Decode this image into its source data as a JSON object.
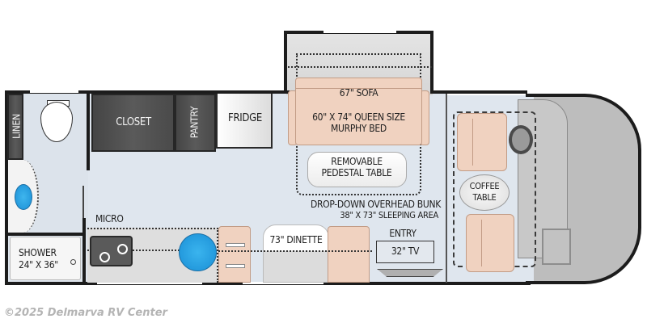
{
  "floorplan": {
    "labels": {
      "linen": "LINEN",
      "closet": "CLOSET",
      "pantry": "PANTRY",
      "fridge": "FRIDGE",
      "sofa": "67\" SOFA",
      "murphy_bed_line1": "60\" X 74\" QUEEN SIZE",
      "murphy_bed_line2": "MURPHY BED",
      "table_line1": "REMOVABLE",
      "table_line2": "PEDESTAL TABLE",
      "bunk_line1": "DROP-DOWN OVERHEAD BUNK",
      "bunk_line2": "38\" X 73\" SLEEPING AREA",
      "micro": "MICRO",
      "dinette": "73\" DINETTE",
      "entry": "ENTRY",
      "tv": "32\" TV",
      "shower_line1": "SHOWER",
      "shower_line2": "24\" X 36\"",
      "coffee_table_line1": "COFFEE",
      "coffee_table_line2": "TABLE"
    },
    "colors": {
      "floor": "#dfe6ee",
      "wall": "#1c1c1c",
      "cabinet": "#505050",
      "upholstery": "#f0d2c0",
      "sink_blue": "#1e9fe0",
      "cab_gray": "#b9b9b9"
    }
  },
  "footer": {
    "copyright": "©2025 Delmarva RV Center"
  }
}
